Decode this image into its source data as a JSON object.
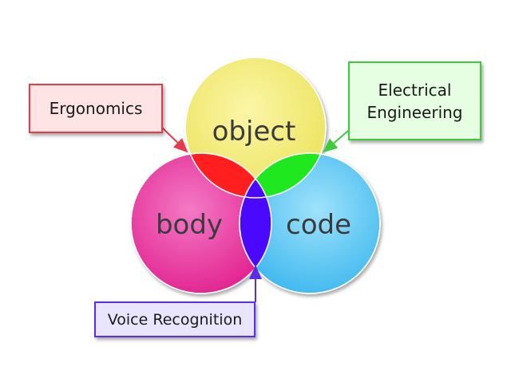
{
  "circles": {
    "object": {
      "label": "object",
      "color": "#f5ef78"
    },
    "body": {
      "label": "body",
      "color": "#ea3fa6"
    },
    "code": {
      "label": "code",
      "color": "#5cc8f2"
    }
  },
  "overlaps": {
    "object_body": {
      "color": "#ff1f1f"
    },
    "object_code": {
      "color": "#1fe81f"
    },
    "body_code": {
      "color": "#4a08ff"
    }
  },
  "callouts": {
    "ergonomics": {
      "label": "Ergonomics"
    },
    "electrical": {
      "line1": "Electrical",
      "line2": "Engineering"
    },
    "voice": {
      "label": "Voice Recognition"
    }
  },
  "colors": {
    "ergonomics_border": "#e8394a",
    "electrical_border": "#3ccb3a",
    "voice_border": "#5a2ee8"
  }
}
